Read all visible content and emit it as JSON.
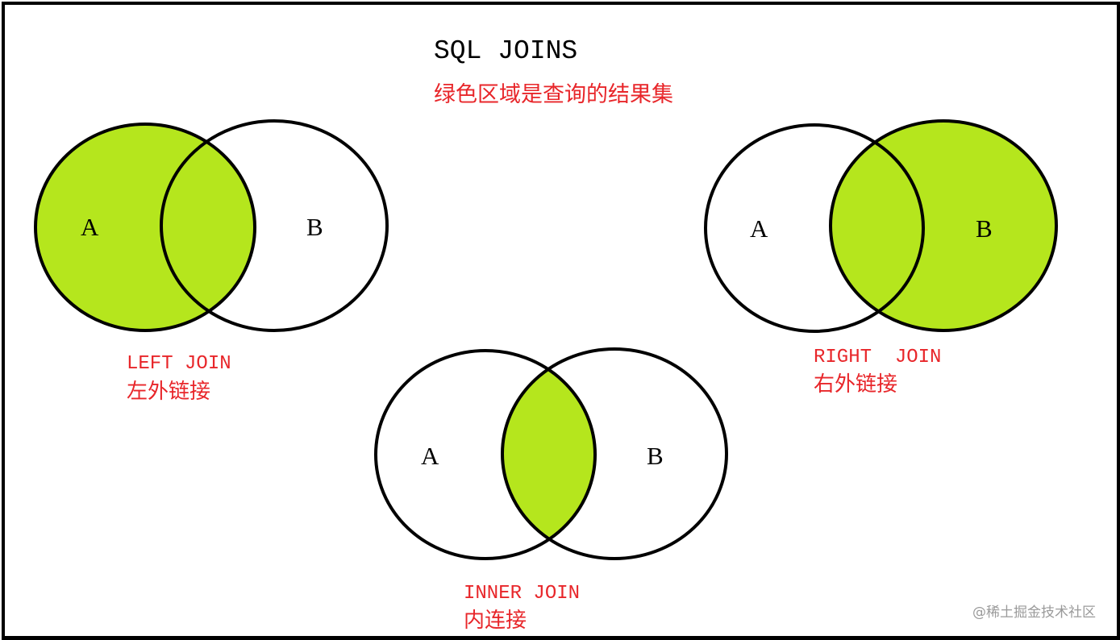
{
  "title": "SQL JOINS",
  "subtitle": "绿色区域是查询的结果集",
  "colors": {
    "fill": "#b5e61d",
    "stroke": "#000000",
    "label": "#e8262a",
    "watermark": "#9a9a9a"
  },
  "diagrams": {
    "left_join": {
      "label_en": "LEFT JOIN",
      "label_cn": "左外链接",
      "set_a": "A",
      "set_b": "B",
      "highlighted": "A (all)"
    },
    "right_join": {
      "label_en": "RIGHT  JOIN",
      "label_cn": "右外链接",
      "set_a": "A",
      "set_b": "B",
      "highlighted": "B (all)"
    },
    "inner_join": {
      "label_en": "INNER JOIN",
      "label_cn": "内连接",
      "set_a": "A",
      "set_b": "B",
      "highlighted": "A ∩ B"
    }
  },
  "watermark": "@稀土掘金技术社区"
}
